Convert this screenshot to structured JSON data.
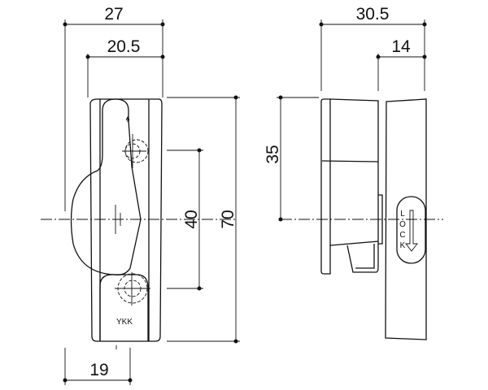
{
  "front_view": {
    "dimensions": {
      "overall_width": "27",
      "body_width": "20.5",
      "screw_pitch": "40",
      "overall_height": "70",
      "base_offset": "19"
    },
    "brand_mark": "YKK"
  },
  "side_view": {
    "dimensions": {
      "overall_depth": "30.5",
      "lever_depth": "14",
      "center_height": "35"
    },
    "lock_label": [
      "L",
      "O",
      "C",
      "K"
    ]
  }
}
